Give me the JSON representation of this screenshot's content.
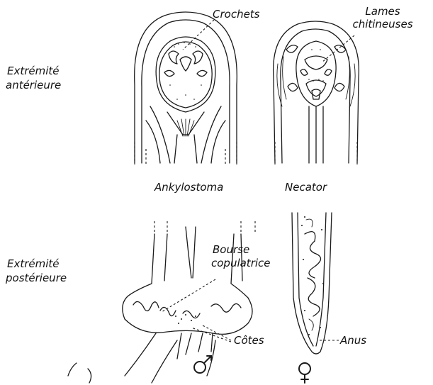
{
  "labels": {
    "crochets": "Crochets",
    "lames_line1": "Lames",
    "lames_line2": "chitineuses",
    "ant_line1": "Extrémité",
    "ant_line2": "antérieure",
    "ankylostoma": "Ankylostoma",
    "necator": "Necator",
    "post_line1": "Extrémité",
    "post_line2": "postérieure",
    "bourse_line1": "Bourse",
    "bourse_line2": "copulatrice",
    "cotes": "Côtes",
    "anus": "Anus"
  },
  "symbols": {
    "male": "male-symbol",
    "female": "female-symbol"
  }
}
